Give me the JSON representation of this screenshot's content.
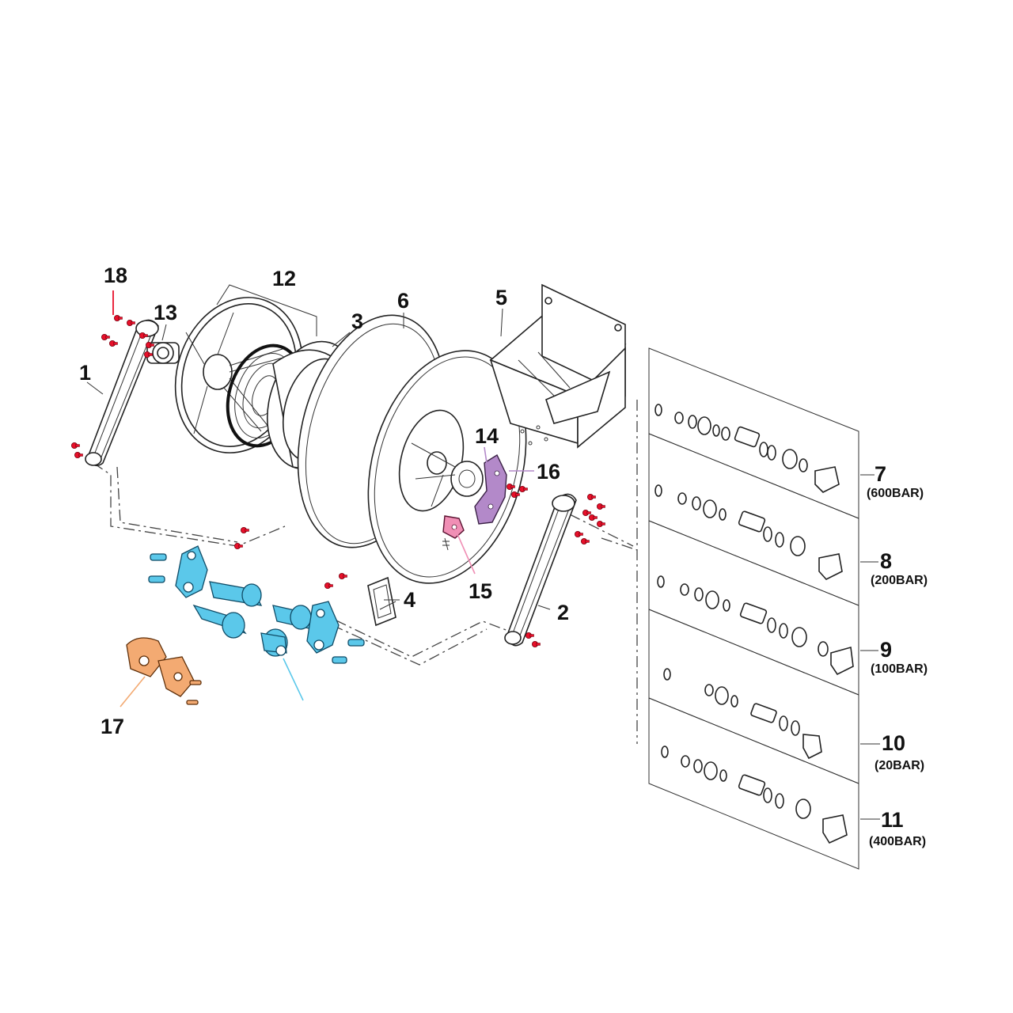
{
  "parts": [
    {
      "id": "part-1",
      "label": "1"
    },
    {
      "id": "part-2",
      "label": "2"
    },
    {
      "id": "part-3",
      "label": "3"
    },
    {
      "id": "part-4",
      "label": "4"
    },
    {
      "id": "part-5",
      "label": "5"
    },
    {
      "id": "part-6",
      "label": "6"
    },
    {
      "id": "part-7",
      "label": "7",
      "rating": "(600BAR)"
    },
    {
      "id": "part-8",
      "label": "8",
      "rating": "(200BAR)"
    },
    {
      "id": "part-9",
      "label": "9",
      "rating": "(100BAR)"
    },
    {
      "id": "part-10",
      "label": "10",
      "rating": "(20BAR)"
    },
    {
      "id": "part-11",
      "label": "11",
      "rating": "(400BAR)"
    },
    {
      "id": "part-12",
      "label": "12"
    },
    {
      "id": "part-13",
      "label": "13"
    },
    {
      "id": "part-14",
      "label": "14"
    },
    {
      "id": "part-15",
      "label": "15"
    },
    {
      "id": "part-16",
      "label": "16"
    },
    {
      "id": "part-17",
      "label": "17"
    },
    {
      "id": "part-18",
      "label": "18"
    }
  ],
  "colors": {
    "screws": "#e8102a",
    "arm_kit": "#5bc8ea",
    "latch_plate": "#b389c9",
    "pawl": "#f08fb5",
    "clamp": "#f3aa72",
    "line": "#222222",
    "background": "#ffffff"
  }
}
